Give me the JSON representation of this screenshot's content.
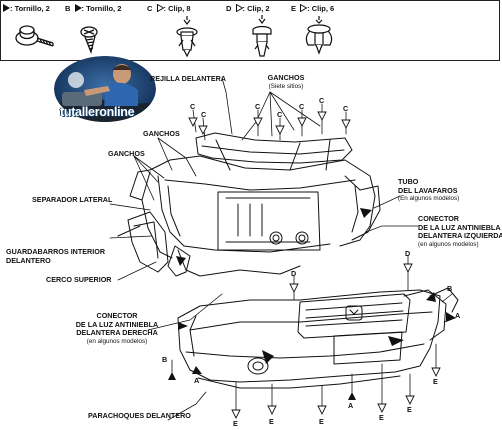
{
  "legend": {
    "items": [
      {
        "key": "",
        "text": ": Tornillo, 2"
      },
      {
        "key": "B",
        "text": ": Tornillo, 2"
      },
      {
        "key": "C",
        "text": ": Clip, 8"
      },
      {
        "key": "D",
        "text": ": Clip, 2"
      },
      {
        "key": "E",
        "text": ": Clip, 6"
      }
    ]
  },
  "badge": {
    "text": "tutalleronline"
  },
  "labels": {
    "rejilla_delantera": "REJILLA DELANTERA",
    "ganchos_top": "GANCHOS",
    "ganchos_top_sub": "(Siete sitios)",
    "ganchos_left1": "GANCHOS",
    "ganchos_left2": "GANCHOS",
    "tubo_lavafaros_1": "TUBO",
    "tubo_lavafaros_2": "DEL LAVAFAROS",
    "tubo_lavafaros_sub": "(En algunos modelos)",
    "separador_lateral": "SEPARADOR LATERAL",
    "conector_izq_1": "CONECTOR",
    "conector_izq_2": "DE LA LUZ ANTINIEBLA",
    "conector_izq_3": "DELANTERA IZQUIERDA",
    "conector_izq_sub": "(en algunos modelos)",
    "guardabarros_1": "GUARDABARROS INTERIOR",
    "guardabarros_2": "DELANTERO",
    "cerco_superior": "CERCO SUPERIOR",
    "conector_der_1": "CONECTOR",
    "conector_der_2": "DE LA LUZ ANTINIEBLA",
    "conector_der_3": "DELANTERA DERECHA",
    "conector_der_sub": "(en algunos modelos)",
    "parachoques": "PARACHOQUES DELANTERO"
  },
  "callout_letters": {
    "a": "A",
    "b": "B",
    "c": "C",
    "d": "D",
    "e": "E"
  }
}
